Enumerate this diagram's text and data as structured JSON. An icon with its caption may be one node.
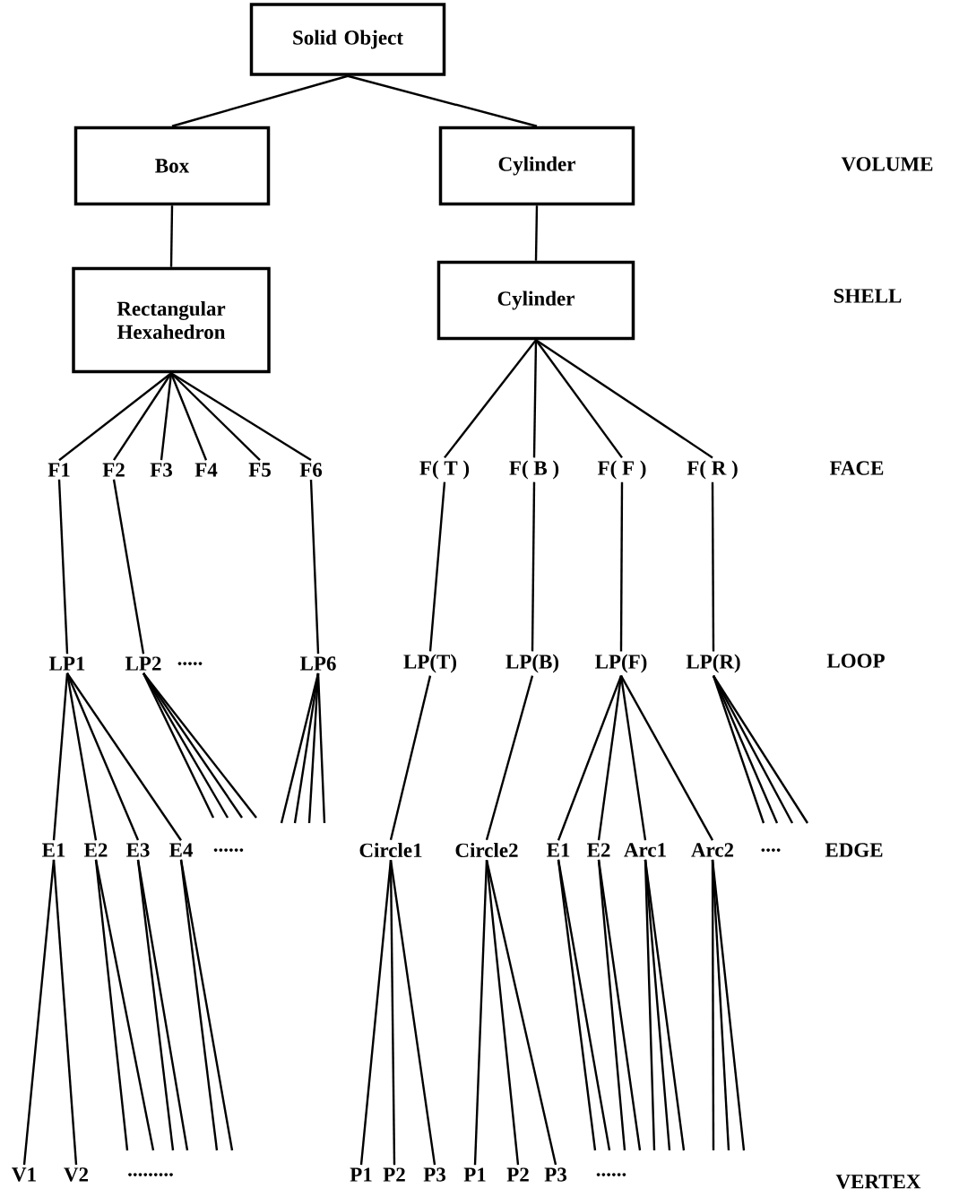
{
  "diagram": {
    "nodes": [
      {
        "text": [
          "Solid Object"
        ]
      },
      {
        "text": [
          "Box"
        ]
      },
      {
        "text": [
          "Cylinder"
        ]
      },
      {
        "text": [
          "Rectangular Hexahedron"
        ]
      },
      {
        "text": [
          "Cylinder"
        ]
      },
      {
        "text": [
          "F1"
        ]
      },
      {
        "text": [
          "F2"
        ]
      },
      {
        "text": [
          "F3"
        ]
      },
      {
        "text": [
          "F4"
        ]
      },
      {
        "text": [
          "F5"
        ]
      },
      {
        "text": [
          "F6"
        ]
      },
      {
        "text": [
          "F( T )"
        ]
      },
      {
        "text": [
          "F( B )"
        ]
      },
      {
        "text": [
          "F( F )"
        ]
      },
      {
        "text": [
          "F( R )"
        ]
      },
      {
        "text": [
          "LP1"
        ]
      },
      {
        "text": [
          "LP2"
        ]
      },
      {
        "text": [
          "LP6"
        ]
      },
      {
        "text": [
          "LP(T)"
        ]
      },
      {
        "text": [
          "LP(B)"
        ]
      },
      {
        "text": [
          "LP(F)"
        ]
      },
      {
        "text": [
          "LP(R)"
        ]
      },
      {
        "text": [
          "E1"
        ]
      },
      {
        "text": [
          "E2"
        ]
      },
      {
        "text": [
          "E3"
        ]
      },
      {
        "text": [
          "E4"
        ]
      },
      {
        "text": [
          "Circle1"
        ]
      },
      {
        "text": [
          "Circle2"
        ]
      },
      {
        "text": [
          "E1"
        ]
      },
      {
        "text": [
          "E2"
        ]
      },
      {
        "text": [
          "Arc1"
        ]
      },
      {
        "text": [
          "Arc2"
        ]
      },
      {
        "text": [
          "V1"
        ]
      },
      {
        "text": [
          "V2"
        ]
      },
      {
        "text": [
          "P1"
        ]
      },
      {
        "text": [
          "P2"
        ]
      },
      {
        "text": [
          "P3"
        ]
      },
      {
        "text": [
          "P1"
        ]
      },
      {
        "text": [
          "P2"
        ]
      },
      {
        "text": [
          "P3"
        ]
      }
    ],
    "edges": [
      {
        "from": 0,
        "to": 1,
        "arrow": "none"
      },
      {
        "from": 0,
        "to": 2,
        "arrow": "none"
      },
      {
        "from": 1,
        "to": 3,
        "arrow": "none"
      },
      {
        "from": 2,
        "to": 4,
        "arrow": "none"
      },
      {
        "from": 3,
        "to": 5,
        "arrow": "none"
      },
      {
        "from": 3,
        "to": 6,
        "arrow": "none"
      },
      {
        "from": 3,
        "to": 7,
        "arrow": "none"
      },
      {
        "from": 3,
        "to": 8,
        "arrow": "none"
      },
      {
        "from": 3,
        "to": 9,
        "arrow": "none"
      },
      {
        "from": 3,
        "to": 10,
        "arrow": "none"
      },
      {
        "from": 4,
        "to": 11,
        "arrow": "none"
      },
      {
        "from": 4,
        "to": 12,
        "arrow": "none"
      },
      {
        "from": 4,
        "to": 13,
        "arrow": "none"
      },
      {
        "from": 4,
        "to": 14,
        "arrow": "none"
      },
      {
        "from": 5,
        "to": 15,
        "arrow": "none"
      },
      {
        "from": 6,
        "to": 16,
        "arrow": "none"
      },
      {
        "from": 10,
        "to": 17,
        "arrow": "none"
      },
      {
        "from": 11,
        "to": 18,
        "arrow": "none"
      },
      {
        "from": 12,
        "to": 19,
        "arrow": "none"
      },
      {
        "from": 13,
        "to": 20,
        "arrow": "none"
      },
      {
        "from": 14,
        "to": 21,
        "arrow": "none"
      },
      {
        "from": 15,
        "to": 22,
        "arrow": "none"
      },
      {
        "from": 15,
        "to": 23,
        "arrow": "none"
      },
      {
        "from": 15,
        "to": 24,
        "arrow": "none"
      },
      {
        "from": 15,
        "to": 25,
        "arrow": "none"
      },
      {
        "from": 16,
        "to": null,
        "arrow": "none"
      },
      {
        "from": 16,
        "to": null,
        "arrow": "none"
      },
      {
        "from": 16,
        "to": null,
        "arrow": "none"
      },
      {
        "from": 16,
        "to": null,
        "arrow": "none"
      },
      {
        "from": 17,
        "to": null,
        "arrow": "none"
      },
      {
        "from": 17,
        "to": null,
        "arrow": "none"
      },
      {
        "from": 17,
        "to": null,
        "arrow": "none"
      },
      {
        "from": 17,
        "to": null,
        "arrow": "none"
      },
      {
        "from": 18,
        "to": 26,
        "arrow": "none"
      },
      {
        "from": 19,
        "to": 27,
        "arrow": "none"
      },
      {
        "from": 20,
        "to": 28,
        "arrow": "none"
      },
      {
        "from": 20,
        "to": 29,
        "arrow": "none"
      },
      {
        "from": 20,
        "to": 30,
        "arrow": "none"
      },
      {
        "from": 20,
        "to": 31,
        "arrow": "none"
      },
      {
        "from": 21,
        "to": null,
        "arrow": "none"
      },
      {
        "from": 21,
        "to": null,
        "arrow": "none"
      },
      {
        "from": 21,
        "to": null,
        "arrow": "none"
      },
      {
        "from": 21,
        "to": null,
        "arrow": "none"
      },
      {
        "from": 22,
        "to": 32,
        "arrow": "none"
      },
      {
        "from": 22,
        "to": 33,
        "arrow": "none"
      },
      {
        "from": 23,
        "to": null,
        "arrow": "none"
      },
      {
        "from": 23,
        "to": null,
        "arrow": "none"
      },
      {
        "from": 24,
        "to": null,
        "arrow": "none"
      },
      {
        "from": 24,
        "to": null,
        "arrow": "none"
      },
      {
        "from": 25,
        "to": null,
        "arrow": "none"
      },
      {
        "from": 25,
        "to": null,
        "arrow": "none"
      },
      {
        "from": 26,
        "to": 34,
        "arrow": "none"
      },
      {
        "from": 26,
        "to": 35,
        "arrow": "none"
      },
      {
        "from": 26,
        "to": 36,
        "arrow": "none"
      },
      {
        "from": 27,
        "to": 37,
        "arrow": "none"
      },
      {
        "from": 27,
        "to": 38,
        "arrow": "none"
      },
      {
        "from": 27,
        "to": 39,
        "arrow": "none"
      },
      {
        "from": 28,
        "to": null,
        "arrow": "none"
      },
      {
        "from": 28,
        "to": null,
        "arrow": "none"
      },
      {
        "from": 29,
        "to": null,
        "arrow": "none"
      },
      {
        "from": 29,
        "to": null,
        "arrow": "none"
      },
      {
        "from": 30,
        "to": null,
        "arrow": "none"
      },
      {
        "from": 30,
        "to": null,
        "arrow": "none"
      },
      {
        "from": 30,
        "to": null,
        "arrow": "none"
      },
      {
        "from": 31,
        "to": null,
        "arrow": "none"
      },
      {
        "from": 31,
        "to": null,
        "arrow": "none"
      },
      {
        "from": 31,
        "to": null,
        "arrow": "none"
      }
    ],
    "labels": [
      "VOLUME",
      "SHELL",
      "FACE",
      ".....",
      "LOOP",
      "......",
      "....",
      "EDGE",
      ".........",
      "......",
      "VERTEX"
    ]
  }
}
